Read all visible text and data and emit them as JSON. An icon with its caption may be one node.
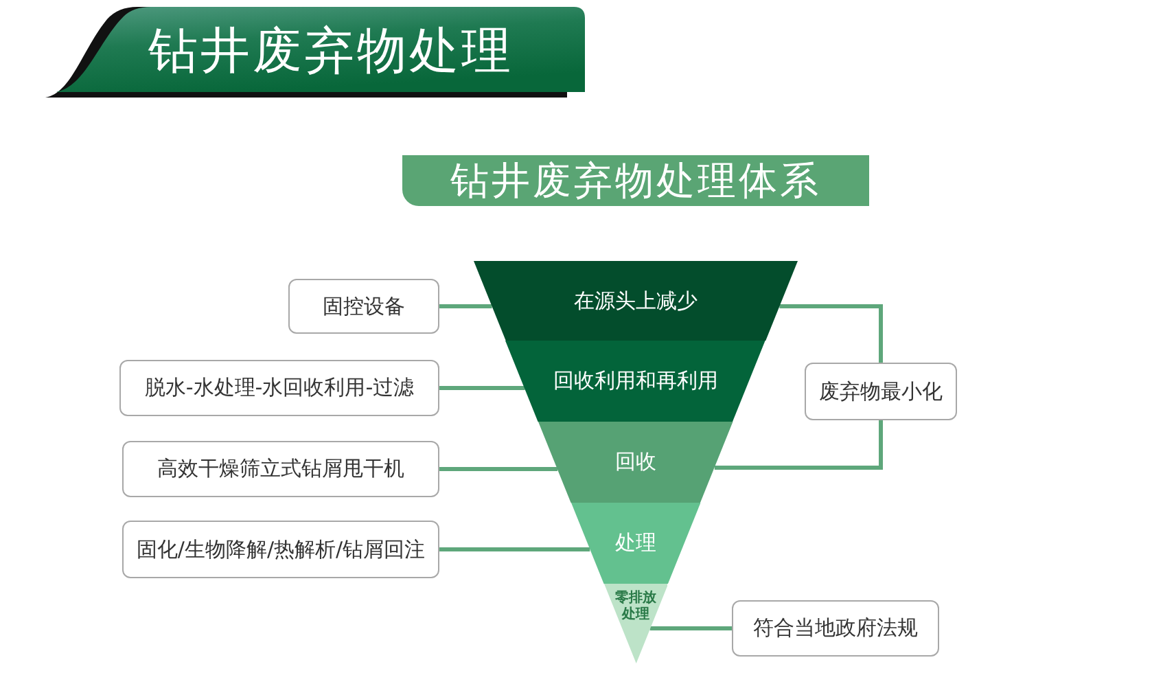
{
  "diagram": {
    "title": "钻井废弃物处理",
    "nodes": [
      {
        "text": [
          "钻井废弃物处理体系"
        ]
      },
      {
        "text": [
          "固控设备"
        ]
      },
      {
        "text": [
          "在源头上减少"
        ]
      },
      {
        "text": [
          "脱水-水处理-水回收利用-过滤"
        ]
      },
      {
        "text": [
          "回收利用和再利用"
        ]
      },
      {
        "text": [
          "废弃物最小化"
        ]
      },
      {
        "text": [
          "高效干燥筛立式钻屑甩干机"
        ]
      },
      {
        "text": [
          "回收"
        ]
      },
      {
        "text": [
          "固化/生物降解/热解析/钻屑回注"
        ]
      },
      {
        "text": [
          "处理"
        ]
      },
      {
        "text": [
          "零排放处理"
        ]
      },
      {
        "text": [
          "符合当地政府法规"
        ]
      }
    ],
    "edges": [
      {
        "from": 1,
        "to": 2,
        "arrow": "none"
      },
      {
        "from": 3,
        "to": 4,
        "arrow": "none"
      },
      {
        "from": 6,
        "to": 7,
        "arrow": "none"
      },
      {
        "from": 8,
        "to": 9,
        "arrow": "none"
      },
      {
        "from": 2,
        "to": 5,
        "arrow": "none"
      },
      {
        "from": 7,
        "to": 5,
        "arrow": "none"
      },
      {
        "from": 10,
        "to": 11,
        "arrow": "none"
      }
    ]
  }
}
